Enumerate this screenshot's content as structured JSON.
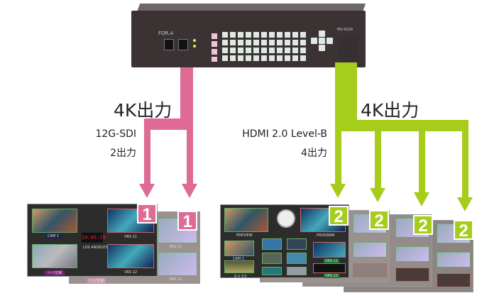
{
  "device": {
    "brand": "FOR.A",
    "model": "MV-4200"
  },
  "left": {
    "heading": "4K出力",
    "interface": "12G-SDI",
    "count": "2出力",
    "badge": "1",
    "color": "#de6a95"
  },
  "right": {
    "heading": "4K出力",
    "interface": "HDMI 2.0 Level-B",
    "count": "4出力",
    "badge": "2",
    "color": "#a6cc1c"
  },
  "screens": {
    "clock": "19:05:39",
    "city": "LOS ANGELES",
    "vrs11": "VRS 11",
    "vrs12": "VRS 12",
    "heli": "ヘリ空撮",
    "cam1": "CAM 1",
    "cam3": "カメラ3",
    "preview": "PREVIEW",
    "program": "PROGRAM"
  }
}
